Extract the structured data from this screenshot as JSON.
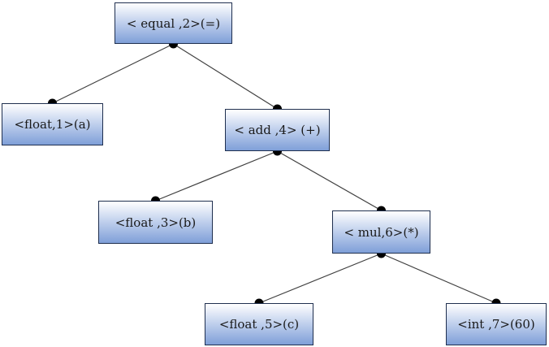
{
  "tree": {
    "nodes": [
      {
        "id": "equal",
        "label": "< equal ,2>(=)"
      },
      {
        "id": "a",
        "label": "<float,1>(a)"
      },
      {
        "id": "add",
        "label": "< add ,4> (+)"
      },
      {
        "id": "b",
        "label": "<float ,3>(b)"
      },
      {
        "id": "mul",
        "label": "< mul,6>(*)"
      },
      {
        "id": "c",
        "label": "<float ,5>(c)"
      },
      {
        "id": "int",
        "label": "<int ,7>(60)"
      }
    ],
    "edges": [
      {
        "from": "equal",
        "to": "a"
      },
      {
        "from": "equal",
        "to": "add"
      },
      {
        "from": "add",
        "to": "b"
      },
      {
        "from": "add",
        "to": "mul"
      },
      {
        "from": "mul",
        "to": "c"
      },
      {
        "from": "mul",
        "to": "int"
      }
    ]
  },
  "colors": {
    "edge": "#404040",
    "dot": "#000000",
    "node_border": "#1f2f4f",
    "node_fill_top": "#ffffff",
    "node_fill_bottom": "#7f9fd8"
  }
}
